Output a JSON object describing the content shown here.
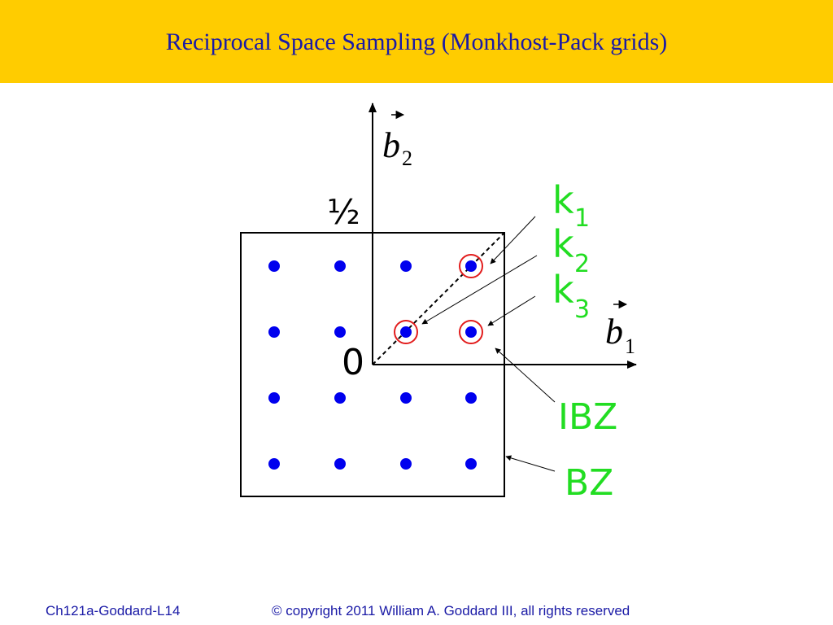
{
  "slide": {
    "title": "Reciprocal Space Sampling (Monkhost-Pack grids)",
    "header_color": "#ffcc00"
  },
  "diagram": {
    "axis_b1_label": "b",
    "axis_b1_sub": "1",
    "axis_b2_label": "b",
    "axis_b2_sub": "2",
    "origin_label": "0",
    "half_label": "½",
    "labels": {
      "k1": "k",
      "k1_sub": "1",
      "k2": "k",
      "k2_sub": "2",
      "k3": "k",
      "k3_sub": "3",
      "ibz": "IBZ",
      "bz": "BZ"
    },
    "colors": {
      "grid_point": "#0000ee",
      "k_circle": "#e21d1d",
      "label_green": "#22dd22",
      "axis": "#000000"
    },
    "icons": {
      "arrow": "arrow-icon"
    }
  },
  "footer": {
    "left": "Ch121a-Goddard-L14",
    "right": "© copyright 2011 William A. Goddard III, all rights reserved"
  }
}
